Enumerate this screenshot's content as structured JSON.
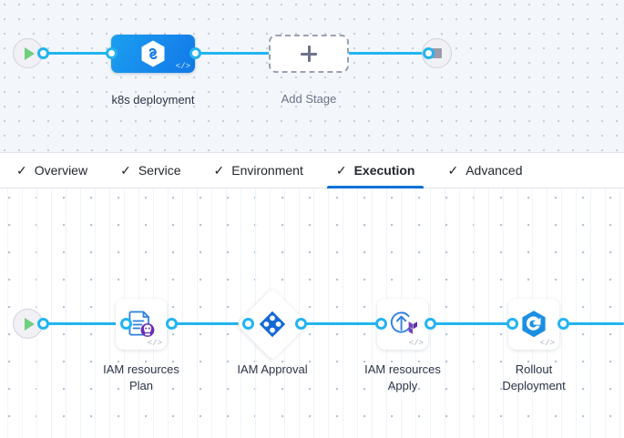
{
  "pipeline_canvas": {
    "start_node": {
      "name": "start-node",
      "icon": "play-icon"
    },
    "end_node": {
      "name": "end-node",
      "icon": "stop-icon"
    },
    "stages": [
      {
        "label": "k8s deployment",
        "icon": "hexagon-infinity-icon",
        "code_badge": "</>",
        "selected": true
      }
    ],
    "add_stage": {
      "label": "Add Stage",
      "icon": "plus-icon"
    }
  },
  "tabs": [
    {
      "label": "Overview",
      "icon": "check-icon",
      "active": false
    },
    {
      "label": "Service",
      "icon": "check-icon",
      "active": false
    },
    {
      "label": "Environment",
      "icon": "check-icon",
      "active": false
    },
    {
      "label": "Execution",
      "icon": "check-icon",
      "active": true
    },
    {
      "label": "Advanced",
      "icon": "check-icon",
      "active": false
    }
  ],
  "execution_canvas": {
    "start_node": {
      "name": "execution-start-node",
      "icon": "play-icon"
    },
    "steps": [
      {
        "label": "IAM resources\nPlan",
        "icon": "terraform-plan-icon",
        "shape": "rounded-square",
        "code_badge": "</>"
      },
      {
        "label": "IAM Approval",
        "icon": "approval-dots-icon",
        "shape": "diamond",
        "code_badge": ""
      },
      {
        "label": "IAM resources\nApply",
        "icon": "terraform-apply-icon",
        "shape": "rounded-square",
        "code_badge": "</>"
      },
      {
        "label": "Rollout\nDeployment",
        "icon": "rollout-hexagon-icon",
        "shape": "rounded-square",
        "code_badge": "</>"
      }
    ]
  },
  "colors": {
    "connector": "#23b4f0",
    "stage_accent": "#1278e8",
    "active_tab_underline": "#0b70d5",
    "terraform_purple": "#7b42bc",
    "start_green": "#6fcf7f",
    "label_text": "#2b3346"
  }
}
